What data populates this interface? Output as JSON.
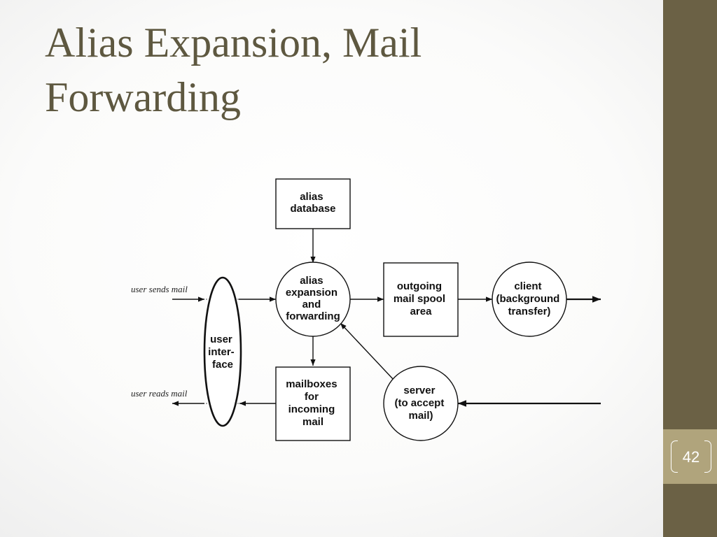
{
  "slide": {
    "title_line1": "Alias Expansion, Mail",
    "title_line2": "Forwarding",
    "page_number": "42"
  },
  "diagram": {
    "nodes": {
      "alias_database": [
        "alias",
        "database"
      ],
      "alias_expansion": [
        "alias",
        "expansion",
        "and",
        "forwarding"
      ],
      "outgoing_spool": [
        "outgoing",
        "mail spool",
        "area"
      ],
      "client": [
        "client",
        "(background",
        "transfer)"
      ],
      "user_interface": [
        "user",
        "inter-",
        "face"
      ],
      "mailboxes": [
        "mailboxes",
        "for",
        "incoming",
        "mail"
      ],
      "server": [
        "server",
        "(to accept",
        "mail)"
      ]
    },
    "labels": {
      "user_sends": "user sends mail",
      "user_reads": "user reads mail"
    }
  },
  "colors": {
    "title": "#5e5840",
    "sidebar": "#6b6145",
    "page_tab": "#b0a47c"
  }
}
